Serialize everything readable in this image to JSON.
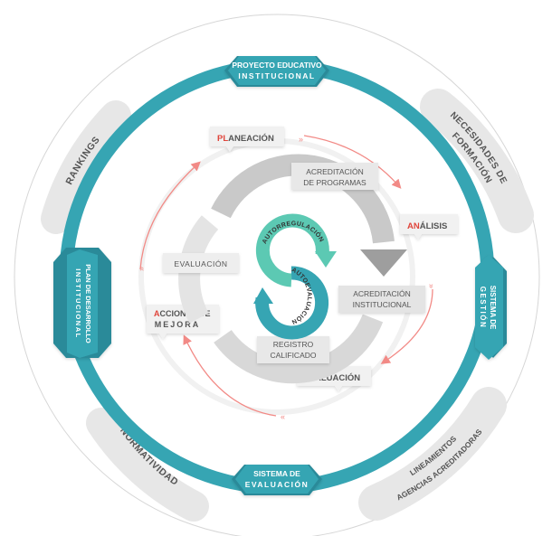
{
  "hub_labels": {
    "top_line1": "PROYECTO EDUCATIVO",
    "top_line2": "INSTITUCIONAL",
    "bottom_line1": "SISTEMA DE",
    "bottom_line2": "EVALUACIÓN",
    "left_line1": "PLAN DE DESARROLLO",
    "left_line2": "INSTITUCIONAL",
    "right_line1": "SISTEMA DE",
    "right_line2": "GESTIÓN"
  },
  "outer_labels": {
    "rankings": "RANKINGS",
    "necesidades_line1": "NECESIDADES DE",
    "necesidades_line2": "FORMACIÓN",
    "normatividad": "NORMATIVIDAD",
    "lineamientos_line1": "LINEAMIENTOS",
    "lineamientos_line2": "AGENCIAS ACREDITADORAS"
  },
  "cycle_labels": {
    "planeacion_first": "PL",
    "planeacion_rest": "ANEACIÓN",
    "analisis_first": "AN",
    "analisis_rest": "ÁLISIS",
    "evaluacion_first": "E",
    "evaluacion_rest": "VALUACIÓN",
    "acciones_first": "A",
    "acciones_rest": "CCIONES DE",
    "acciones_line2": "MEJORA"
  },
  "inner_labels": {
    "acreditacion_programas_line1": "ACREDITACIÓN",
    "acreditacion_programas_line2": "DE PROGRAMAS",
    "evaluacion": "EVALUACIÓN",
    "acreditacion_institucional_line1": "ACREDITACIÓN",
    "acreditacion_institucional_line2": "INSTITUCIONAL",
    "registro_line1": "REGISTRO",
    "registro_line2": "CALIFICADO"
  },
  "center_labels": {
    "autorregulacion": "AUTORREGULACIÓN",
    "autoevaluacion": "AUTOEVALUACIÓN"
  },
  "colors": {
    "teal": "#36a5b3",
    "teal_dark": "#2a8a99",
    "mint": "#5cc9b3",
    "accent_red": "#e0443a",
    "arrow_pink": "#f28a86",
    "label_gray": "#555555",
    "box_gray": "#eeeeee"
  }
}
